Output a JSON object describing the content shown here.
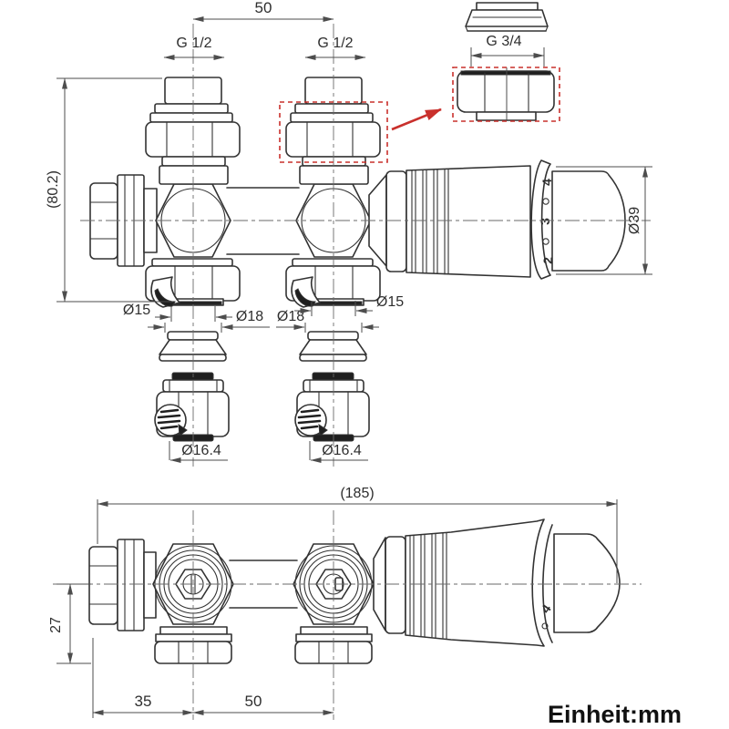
{
  "drawing": {
    "unit_note": "Einheit:mm",
    "colors": {
      "line": "#333333",
      "dim": "#4d4d4d",
      "red": "#c9302c",
      "dark": "#1f1f1f",
      "text": "#2e2e2e"
    },
    "front_view": {
      "dim_port_spacing": "50",
      "dim_thread_left": "G 1/2",
      "dim_thread_right": "G 1/2",
      "dim_height": "(80.2)",
      "dim_head_diameter": "Ø39",
      "dim_tail_left_inner": "Ø15",
      "dim_tail_left_outer": "Ø18",
      "dim_tail_right_outer": "Ø18",
      "dim_tail_right_inner": "Ø15",
      "dim_fitting_left": "Ø16.4",
      "dim_fitting_right": "Ø16.4",
      "dial_marks": [
        "4",
        "3",
        "2"
      ]
    },
    "detail_callout": {
      "dim_thread": "G 3/4"
    },
    "side_view": {
      "dim_total_length": "(185)",
      "dim_height_offset": "27",
      "dim_left_spacing": "35",
      "dim_port_spacing": "50",
      "dial_mark": "4"
    }
  }
}
